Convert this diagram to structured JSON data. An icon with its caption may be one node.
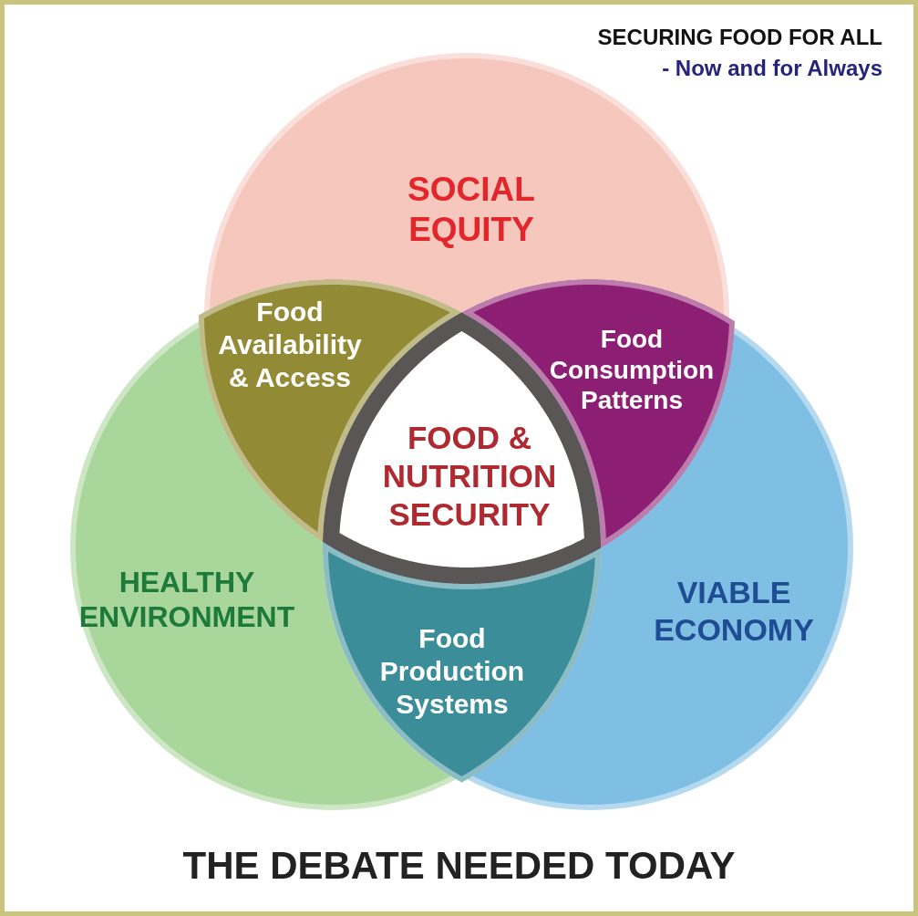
{
  "diagram": {
    "title": "SECURING FOOD FOR ALL",
    "caption": "THE DEBATE NEEDED TODAY",
    "nodes": [
      {
        "text": [
          "SOCIAL EQUITY"
        ]
      },
      {
        "text": [
          "HEALTHY ENVIRONMENT"
        ]
      },
      {
        "text": [
          "VIABLE ECONOMY"
        ]
      },
      {
        "text": [
          "Food Availability & Access"
        ]
      },
      {
        "text": [
          "Food Consumption Patterns"
        ]
      },
      {
        "text": [
          "Food Production Systems"
        ]
      },
      {
        "text": [
          "FOOD & NUTRITION SECURITY"
        ]
      }
    ],
    "labels": [
      "- Now and for Always"
    ]
  }
}
